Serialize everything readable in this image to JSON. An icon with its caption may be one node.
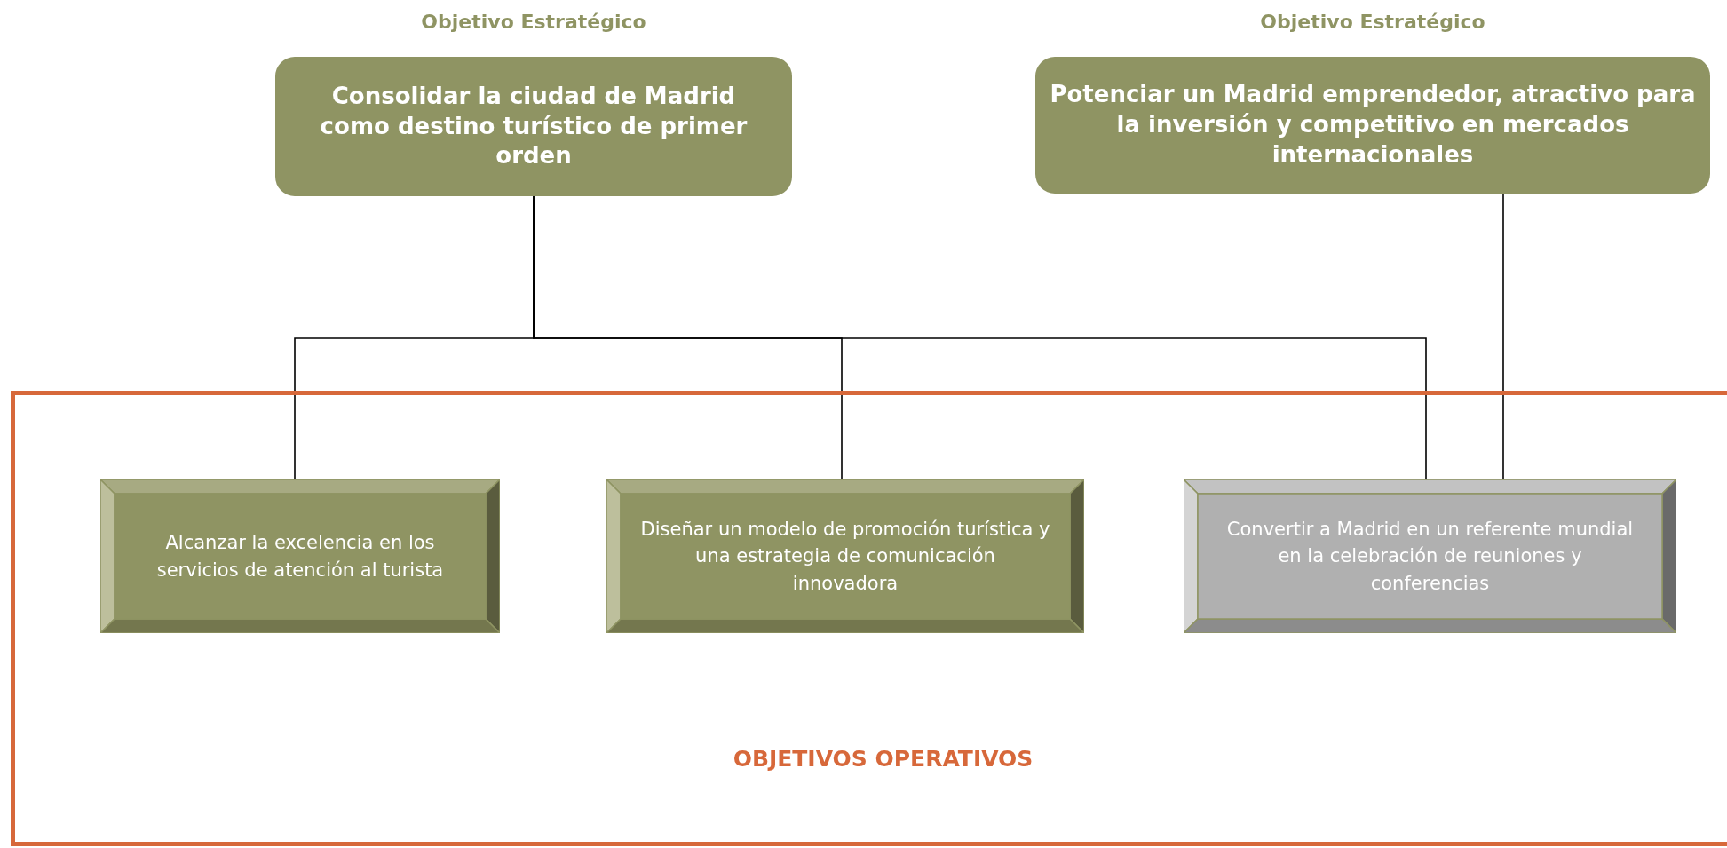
{
  "diagram": {
    "nodes": [
      {
        "text": [
          "Objetivo Estratégico",
          "Consolidar la ciudad de Madrid como destino turístico de primer orden"
        ]
      },
      {
        "text": [
          "Objetivo Estratégico",
          "Potenciar un Madrid emprendedor, atractivo para la inversión y competitivo en mercados internacionales"
        ]
      },
      {
        "text": [
          "OBJETIVOS OPERATIVOS"
        ]
      },
      {
        "text": [
          "Alcanzar la excelencia en los servicios de atención al turista"
        ],
        "in": 2
      },
      {
        "text": [
          "Diseñar un modelo de promoción turística y una estrategia de comunicación innovadora"
        ],
        "in": 2
      },
      {
        "text": [
          "Convertir a Madrid en un referente mundial en la celebración de reuniones y conferencias"
        ],
        "in": 2
      }
    ],
    "edges": [
      {
        "from": 0,
        "to": 3,
        "arrow": "none"
      },
      {
        "from": 0,
        "to": 4,
        "arrow": "none"
      },
      {
        "from": 0,
        "to": 5,
        "arrow": "none"
      },
      {
        "from": 1,
        "to": 5,
        "arrow": "none"
      }
    ]
  }
}
